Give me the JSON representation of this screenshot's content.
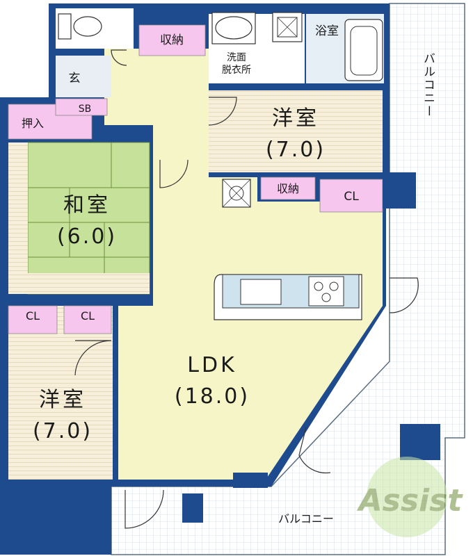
{
  "rooms": {
    "ldk": {
      "name": "LDK",
      "size": "(18.0)"
    },
    "washitsu": {
      "name": "和室",
      "size": "(6.0)"
    },
    "yoshitsu_upper": {
      "name": "洋室",
      "size": "(7.0)"
    },
    "yoshitsu_lower": {
      "name": "洋室",
      "size": "(7.0)"
    },
    "bath": "浴室",
    "washroom": [
      "洗面",
      "脱衣所"
    ],
    "storage_top": "収納",
    "storage_mid": "収納",
    "oshiire": "押入",
    "entrance": "玄",
    "shoebox": "SB",
    "closet_upper": "CL",
    "closet_lower_left": "CL",
    "closet_lower_right": "CL"
  },
  "balcony": {
    "side": "バルコニー",
    "bottom": "バルコニー"
  },
  "watermark": "Assist",
  "colors": {
    "wall": "#1e4a8e",
    "ldk_floor": "#f6f5c8",
    "tatami": "#c6e29a",
    "storage": "#f7c6ee",
    "balcony": "#cfe0f2",
    "wood": "#f6eed8",
    "wet_area": "#e6eef6"
  }
}
